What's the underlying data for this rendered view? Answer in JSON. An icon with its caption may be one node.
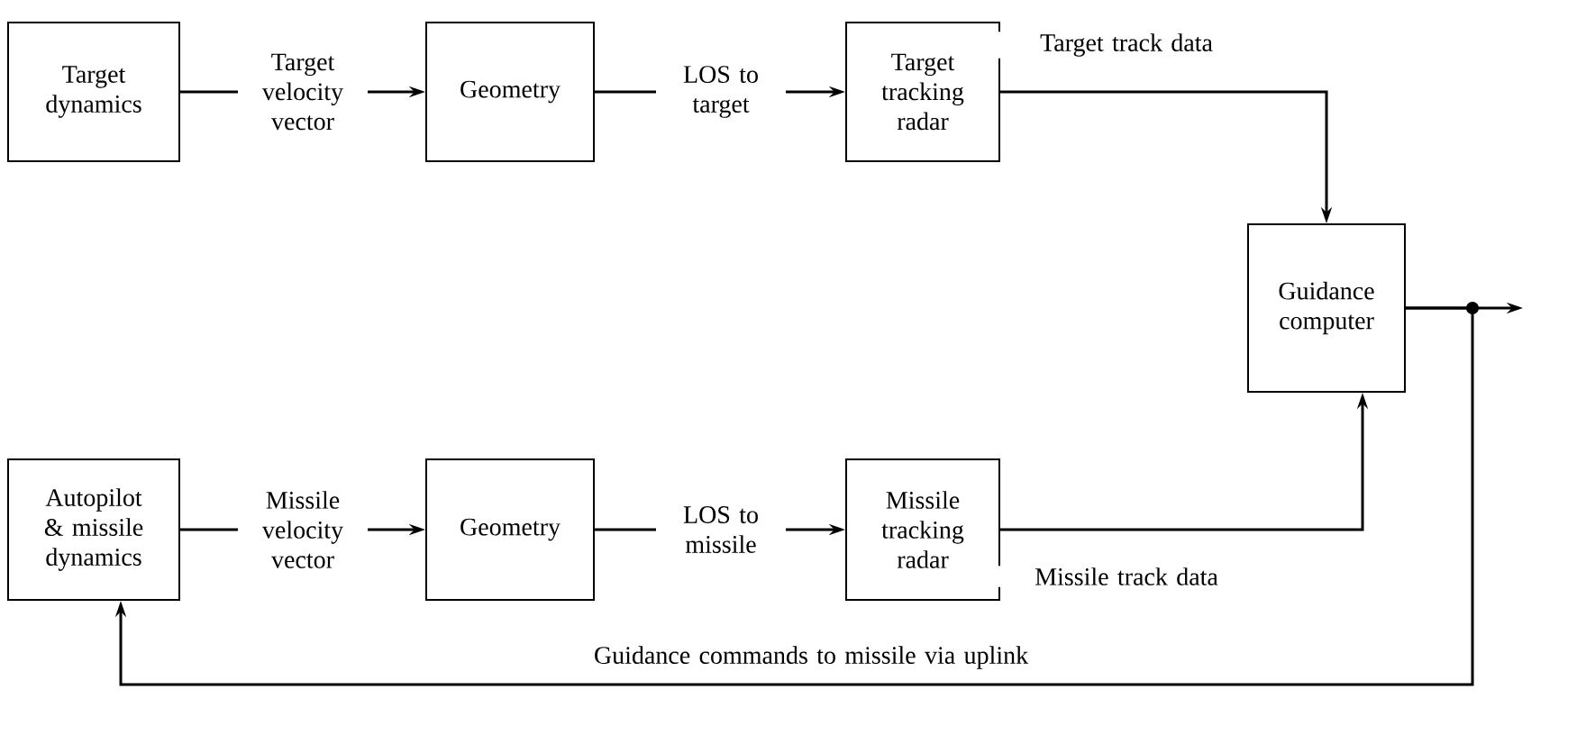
{
  "diagram": {
    "nodes": [
      {
        "text": [
          "Target dynamics"
        ]
      },
      {
        "text": [
          "Geometry"
        ]
      },
      {
        "text": [
          "Target tracking radar"
        ]
      },
      {
        "text": [
          "Guidance computer"
        ]
      },
      {
        "text": [
          "Autopilot & missile dynamics"
        ]
      },
      {
        "text": [
          "Geometry"
        ]
      },
      {
        "text": [
          "Missile tracking radar"
        ]
      }
    ],
    "edges": [
      {
        "from": 0,
        "to": 1,
        "arrow": "to",
        "label": "Target velocity vector"
      },
      {
        "from": 1,
        "to": 2,
        "arrow": "to",
        "label": "LOS to target"
      },
      {
        "from": 2,
        "to": 3,
        "arrow": "to",
        "label": "Target track data"
      },
      {
        "from": 4,
        "to": 5,
        "arrow": "to",
        "label": "Missile velocity vector"
      },
      {
        "from": 5,
        "to": 6,
        "arrow": "to",
        "label": "LOS to missile"
      },
      {
        "from": 6,
        "to": 3,
        "arrow": "to",
        "label": "Missile track data"
      },
      {
        "from": 3,
        "to": null,
        "arrow": "to"
      },
      {
        "from": 3,
        "to": 4,
        "arrow": "to",
        "label": "Guidance commands to missile via uplink"
      }
    ]
  }
}
